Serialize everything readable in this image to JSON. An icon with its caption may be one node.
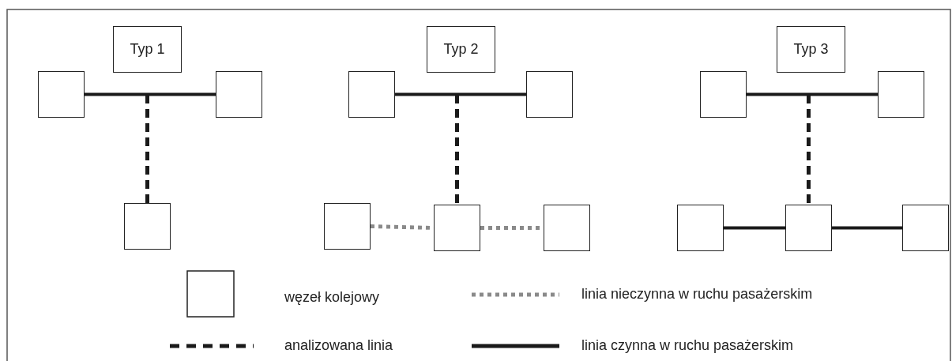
{
  "diagram": {
    "nodes": [
      {
        "text": [
          "Typ 1"
        ]
      },
      {
        "text": [],
        "shape": "box"
      },
      {
        "text": [],
        "shape": "box"
      },
      {
        "text": [],
        "shape": "box"
      },
      {
        "text": [
          "Typ 2"
        ]
      },
      {
        "text": [],
        "shape": "box"
      },
      {
        "text": [],
        "shape": "box"
      },
      {
        "text": [],
        "shape": "box"
      },
      {
        "text": [],
        "shape": "box"
      },
      {
        "text": [],
        "shape": "box"
      },
      {
        "text": [
          "Typ 3"
        ]
      },
      {
        "text": [],
        "shape": "box"
      },
      {
        "text": [],
        "shape": "box"
      },
      {
        "text": [],
        "shape": "box"
      },
      {
        "text": [],
        "shape": "box"
      },
      {
        "text": [],
        "shape": "box"
      }
    ],
    "edges": [
      {
        "from": 1,
        "to": 2,
        "arrow": "none"
      },
      {
        "from": null,
        "to": 3,
        "arrow": "none",
        "style": "dashed"
      },
      {
        "from": 5,
        "to": 6,
        "arrow": "none"
      },
      {
        "from": null,
        "to": 8,
        "arrow": "none",
        "style": "dashed"
      },
      {
        "from": 7,
        "to": 8,
        "arrow": "none",
        "style": "dashed",
        "color": "#8a8a8a"
      },
      {
        "from": 8,
        "to": 9,
        "arrow": "none",
        "style": "dashed",
        "color": "#8a8a8a"
      },
      {
        "from": 11,
        "to": 12,
        "arrow": "none"
      },
      {
        "from": null,
        "to": 14,
        "arrow": "none",
        "style": "dashed"
      },
      {
        "from": 13,
        "to": 14,
        "arrow": "none"
      },
      {
        "from": 14,
        "to": 15,
        "arrow": "none"
      }
    ],
    "legend": [
      {
        "text": "węzeł kolejowy"
      },
      {
        "text": "linia nieczynna w ruchu pasażerskim"
      },
      {
        "text": "analizowana linia"
      },
      {
        "text": "linia czynna w ruchu pasażerskim"
      }
    ]
  }
}
